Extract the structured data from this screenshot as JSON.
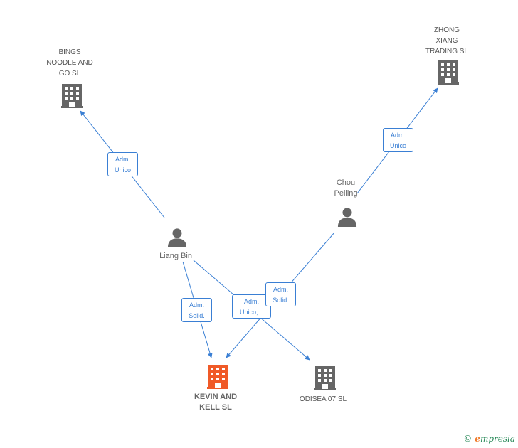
{
  "nodes": {
    "bings": {
      "label": "BINGS\nNOODLE AND\nGO SL",
      "icon": "building-icon",
      "color": "#666666"
    },
    "zhong": {
      "label": "ZHONG\nXIANG\nTRADING SL",
      "icon": "building-icon",
      "color": "#666666"
    },
    "chou": {
      "label": "Chou\nPeiling",
      "icon": "person-icon",
      "color": "#666666"
    },
    "liang": {
      "label": "Liang Bin",
      "icon": "person-icon",
      "color": "#666666"
    },
    "kevin": {
      "label": "KEVIN AND\nKELL SL",
      "icon": "building-icon",
      "color": "#f05a28"
    },
    "odisea": {
      "label": "ODISEA 07 SL",
      "icon": "building-icon",
      "color": "#666666"
    }
  },
  "edges": {
    "liang_bings": {
      "label": "Adm.\nUnico"
    },
    "chou_zhong": {
      "label": "Adm.\nUnico"
    },
    "liang_kevin": {
      "label": "Adm.\nSolid."
    },
    "liang_odisea": {
      "label": "Adm.\nUnico,..."
    },
    "chou_kevin": {
      "label": "Adm.\nSolid."
    }
  },
  "colors": {
    "edge": "#3a7fd4",
    "node": "#666666",
    "highlight": "#f05a28"
  },
  "footer": {
    "copyright": "©",
    "brand_initial": "e",
    "brand_rest": "mpresia"
  }
}
